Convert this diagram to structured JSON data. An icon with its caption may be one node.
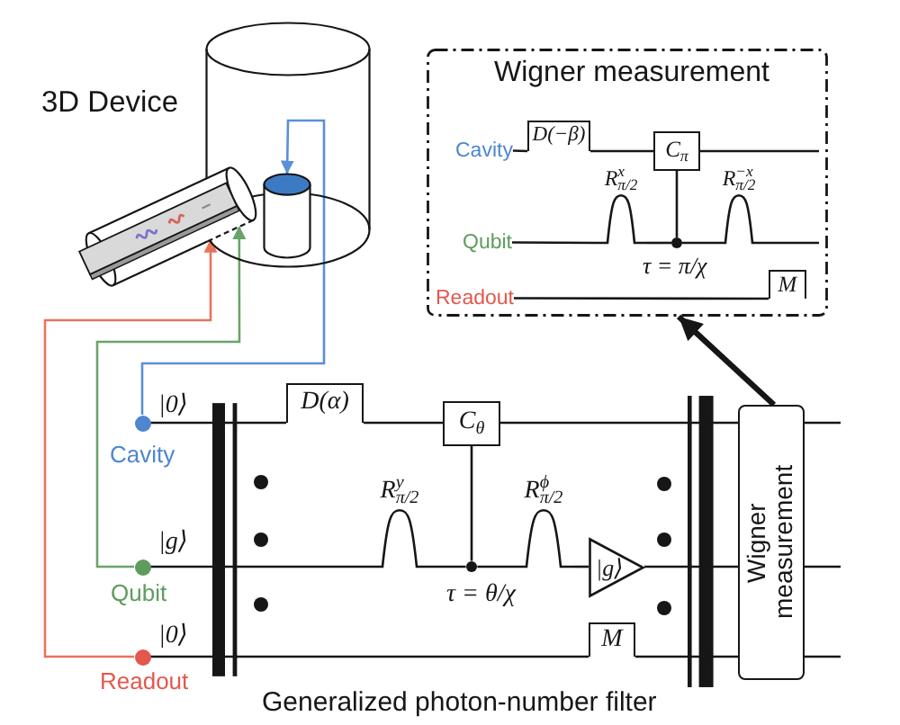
{
  "diagram": {
    "nodes": [
      {
        "text": [],
        "shape": "cylinder",
        "beside": [
          "3D Device"
        ]
      },
      {
        "text": [],
        "shape": "cylinder",
        "in": 0
      },
      {
        "text": [],
        "shape": "cylinder"
      },
      {
        "text": [
          "Wigner measurement"
        ]
      },
      {
        "text": [
          "Cavity"
        ],
        "in": 3
      },
      {
        "text": [
          "D(−β)"
        ],
        "in": 3
      },
      {
        "text": [
          "C$_{π}$"
        ],
        "in": 3
      },
      {
        "text": [
          "Qubit"
        ],
        "in": 3
      },
      {
        "text": [
          "R$^{x}$$_{π/2}$"
        ],
        "in": 3
      },
      {
        "text": [],
        "shape": "circle",
        "in": 3
      },
      {
        "text": [
          "R$^{−x}$$_{π/2}$"
        ],
        "in": 3
      },
      {
        "text": [
          "Readout"
        ],
        "in": 3
      },
      {
        "text": [
          "M"
        ],
        "in": 3
      },
      {
        "text": [],
        "shape": "circle",
        "beside": [
          "Cavity"
        ]
      },
      {
        "text": [
          "D(α)"
        ]
      },
      {
        "text": [
          "C$_{θ}$"
        ]
      },
      {
        "text": [
          "R$^{y}$$_{π/2}$"
        ]
      },
      {
        "text": [],
        "shape": "circle"
      },
      {
        "text": [
          "R$^{ϕ}$$_{π/2}$"
        ]
      },
      {
        "text": [],
        "shape": "circle",
        "beside": [
          "Qubit"
        ]
      },
      {
        "text": [
          "|g⟩"
        ]
      },
      {
        "text": [],
        "shape": "circle",
        "beside": [
          "Readout"
        ]
      },
      {
        "text": [
          "M"
        ]
      },
      {
        "text": [
          "Wigner measurement"
        ]
      }
    ],
    "edges": [
      {
        "from": 13,
        "to": 1,
        "arrow": "to",
        "color": "#5b8fd6"
      },
      {
        "from": 19,
        "to": 2,
        "arrow": "to",
        "color": "#6aa36a"
      },
      {
        "from": 21,
        "to": 2,
        "arrow": "to",
        "color": "#e8735c"
      },
      {
        "from": 4,
        "to": 5,
        "arrow": "none"
      },
      {
        "from": 5,
        "to": 6,
        "arrow": "none"
      },
      {
        "from": 6,
        "to": null,
        "arrow": "none"
      },
      {
        "from": 7,
        "to": 8,
        "arrow": "none"
      },
      {
        "from": 8,
        "to": 9,
        "arrow": "none"
      },
      {
        "from": 9,
        "to": 10,
        "arrow": "none"
      },
      {
        "from": 10,
        "to": null,
        "arrow": "none"
      },
      {
        "from": 6,
        "to": 9,
        "arrow": "none"
      },
      {
        "from": 11,
        "to": 12,
        "arrow": "none"
      },
      {
        "from": 13,
        "to": 14,
        "arrow": "none"
      },
      {
        "from": 14,
        "to": 15,
        "arrow": "none"
      },
      {
        "from": 15,
        "to": 23,
        "arrow": "none"
      },
      {
        "from": 23,
        "to": null,
        "arrow": "none"
      },
      {
        "from": 19,
        "to": 16,
        "arrow": "none"
      },
      {
        "from": 16,
        "to": 17,
        "arrow": "none"
      },
      {
        "from": 17,
        "to": 18,
        "arrow": "none"
      },
      {
        "from": 18,
        "to": 20,
        "arrow": "none"
      },
      {
        "from": 20,
        "to": 23,
        "arrow": "none"
      },
      {
        "from": 23,
        "to": null,
        "arrow": "none"
      },
      {
        "from": 15,
        "to": 17,
        "arrow": "none"
      },
      {
        "from": 21,
        "to": 22,
        "arrow": "none"
      },
      {
        "from": 22,
        "to": 23,
        "arrow": "none"
      },
      {
        "from": 23,
        "to": null,
        "arrow": "none"
      },
      {
        "from": 23,
        "to": 3,
        "arrow": "to",
        "style": "thick"
      }
    ],
    "labels": [
      "τ = π/χ",
      "|0⟩",
      "|g⟩",
      "τ = θ/χ",
      "|0⟩",
      "Generalized photon-number filter"
    ]
  }
}
